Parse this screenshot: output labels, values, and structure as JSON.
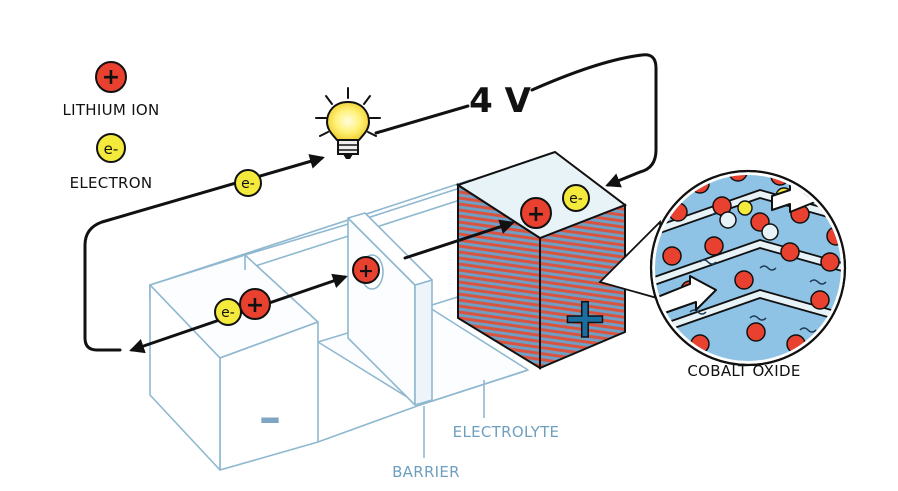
{
  "legend": {
    "lithium_ion_label": "LITHIUM ION",
    "electron_label": "ELECTRON",
    "ion_symbol": "+",
    "electron_symbol": "e-"
  },
  "voltage_label": "4 V",
  "labels": {
    "cobalt_oxide": "COBALT OXIDE",
    "electrolyte": "ELECTROLYTE",
    "barrier": "BARRIER"
  },
  "terminals": {
    "negative": "–",
    "positive": "+"
  },
  "colors": {
    "ion_red": "#e8412f",
    "electron_yellow": "#f4ea3c",
    "outline_blue": "#8fb8d0",
    "cathode_red": "#d9533f",
    "cathode_blue": "#6f9fc4",
    "label_blue": "#6f9fbe",
    "bulb_yellow": "#fff176"
  },
  "icons": [
    "lightbulb-icon",
    "lithium-ion-icon",
    "electron-icon",
    "arrow-icon"
  ]
}
